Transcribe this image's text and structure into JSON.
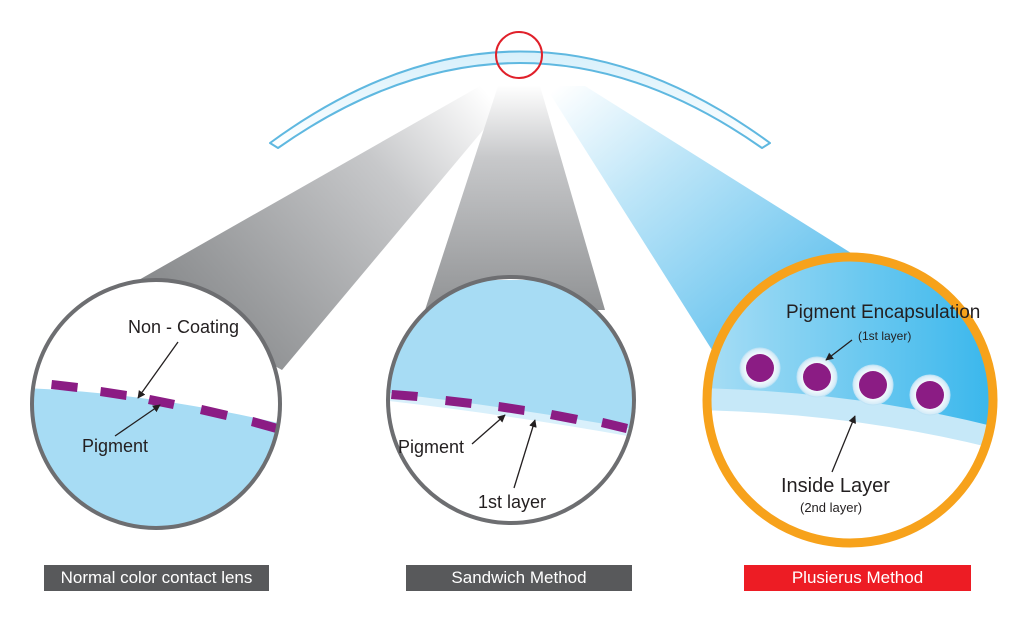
{
  "diagram": {
    "panels": [
      {
        "caption": "Normal color contact lens",
        "caption_bg": "#58595b",
        "labels": {
          "non_coating": "Non - Coating",
          "pigment": "Pigment"
        }
      },
      {
        "caption": "Sandwich Method",
        "caption_bg": "#58595b",
        "labels": {
          "pigment": "Pigment",
          "first_layer": "1st layer"
        }
      },
      {
        "caption": "Plusierus Method",
        "caption_bg": "#ed1c24",
        "labels": {
          "encapsulation": "Pigment Encapsulation",
          "encapsulation_sub": "(1st layer)",
          "inside_layer": "Inside Layer",
          "inside_layer_sub": "(2nd layer)"
        }
      }
    ],
    "colors": {
      "lens_blue": "#9bd8f3",
      "lens_outline": "#5fb8e0",
      "pigment_purple": "#8b1c84",
      "frame_gray": "#6d6e71",
      "frame_orange": "#f7a21b",
      "highlight_red": "#e0202a",
      "beam_gray": "#939598"
    }
  }
}
